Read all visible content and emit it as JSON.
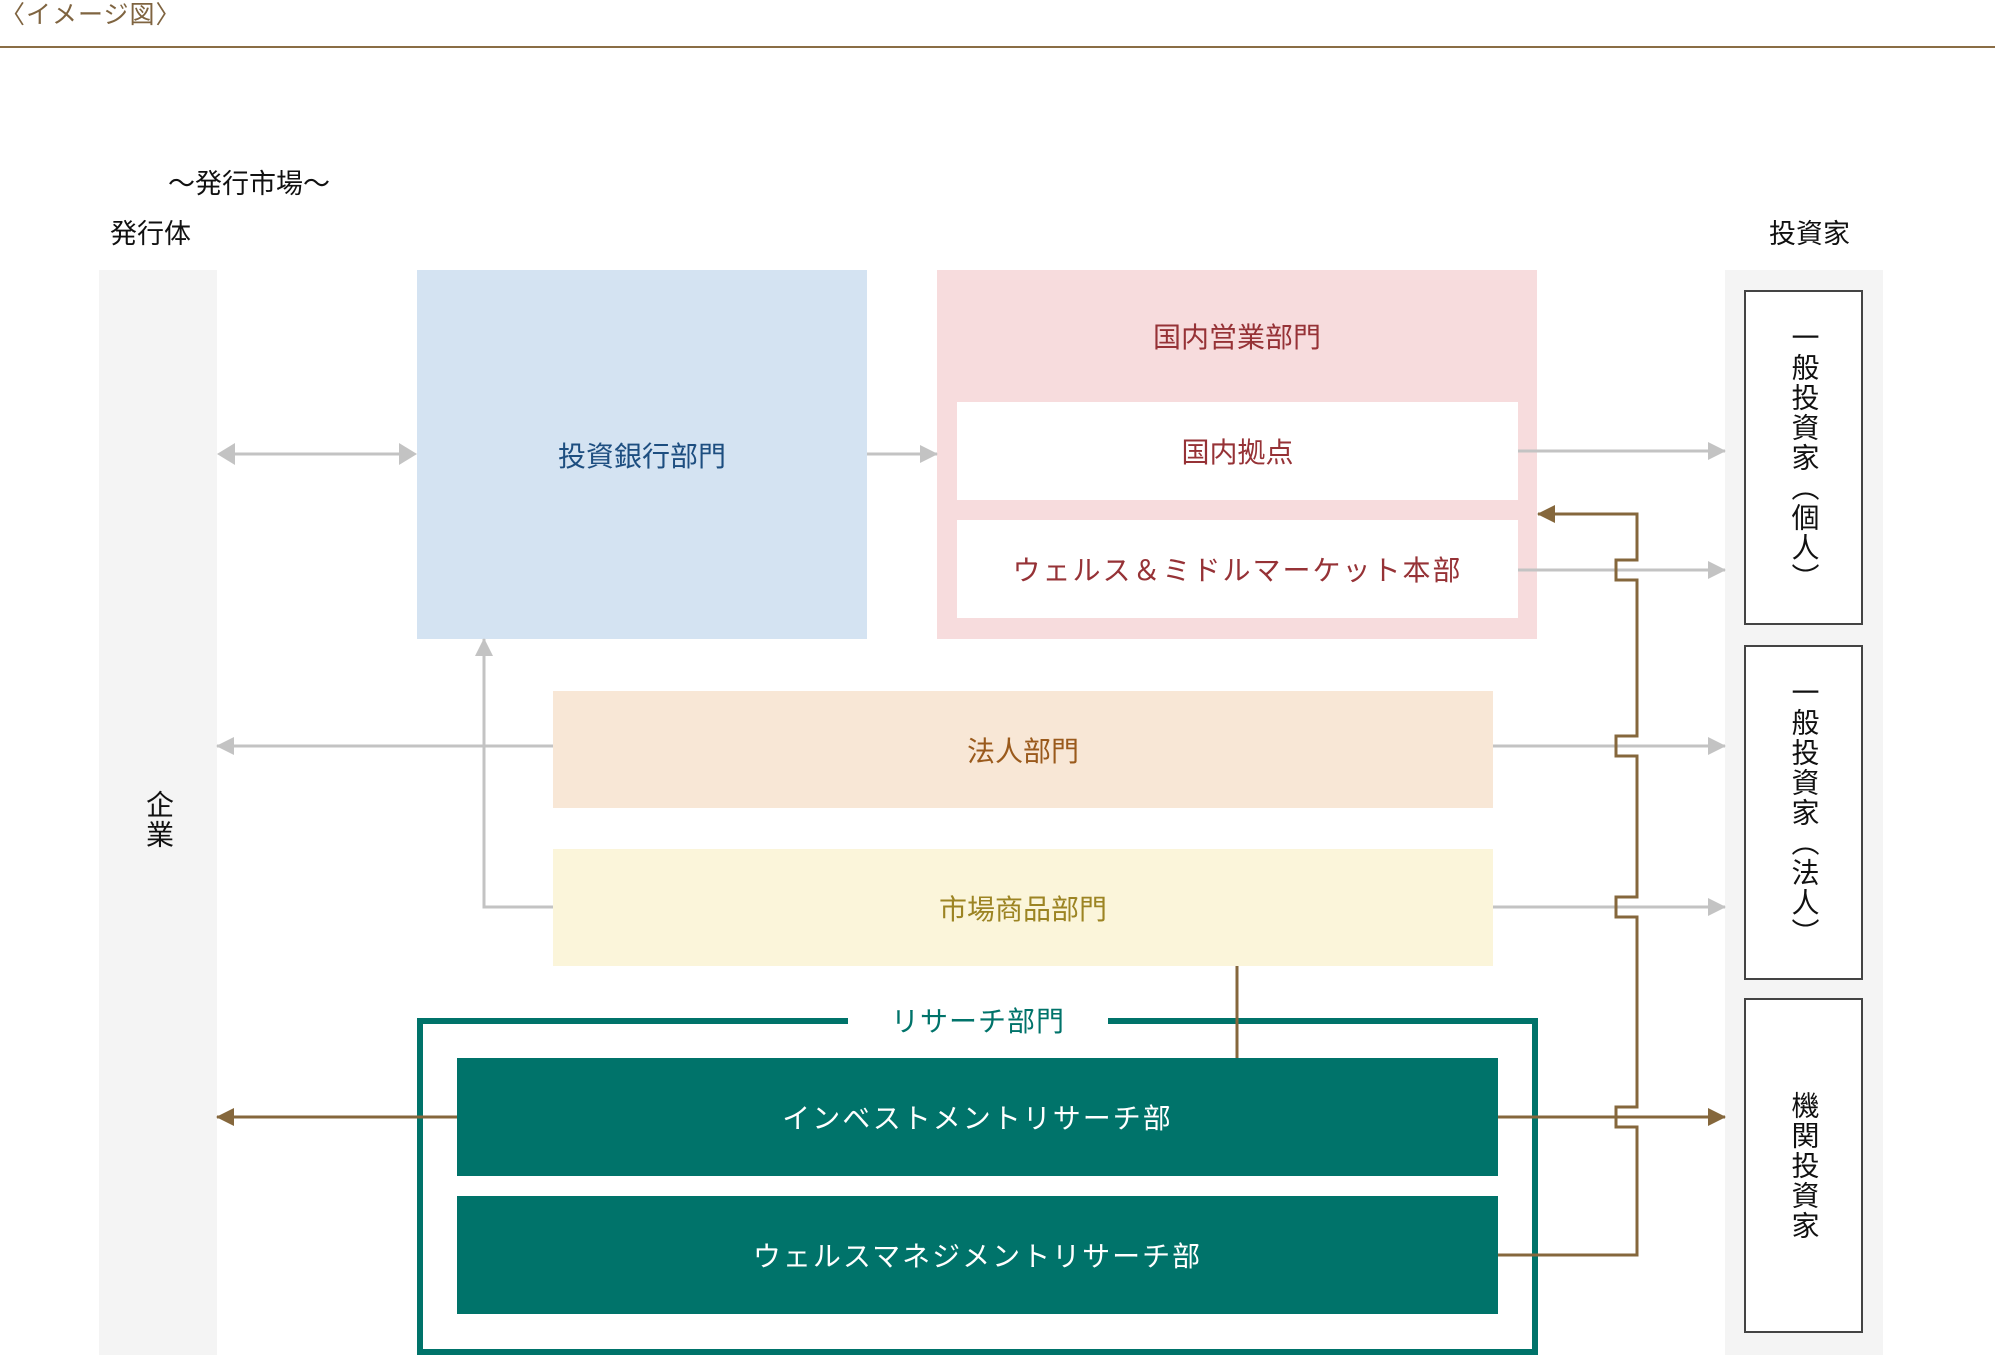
{
  "header": {
    "title": "〈イメージ図〉"
  },
  "labels": {
    "market": "～発行市場～",
    "issuer": "発行体",
    "investor": "投資家",
    "corporation": "企業"
  },
  "divisions": {
    "investment_banking": "投資銀行部門",
    "retail": {
      "title": "国内営業部門",
      "branches": "国内拠点",
      "wealth_middle_market": "ウェルス＆ミドルマーケット本部"
    },
    "corporate": "法人部門",
    "global_markets": "市場商品部門",
    "research": {
      "title": "リサーチ部門",
      "investment_research": "インベストメントリサーチ部",
      "wealth_management_research": "ウェルスマネジメントリサーチ部"
    }
  },
  "investors": [
    {
      "label": "一般投資家（個人）"
    },
    {
      "label": "一般投資家（法人）"
    },
    {
      "label": "機関投資家"
    }
  ],
  "colors": {
    "header_brown": "#8a6d45",
    "flow_gray": "#c3c3c3",
    "research_flow_brown": "#85673c",
    "ib_blue": "#d4e3f2",
    "retail_pink": "#f7dcdd",
    "corporate_peach": "#f8e7d6",
    "markets_yellow": "#fbf5da",
    "research_teal": "#00736a"
  }
}
